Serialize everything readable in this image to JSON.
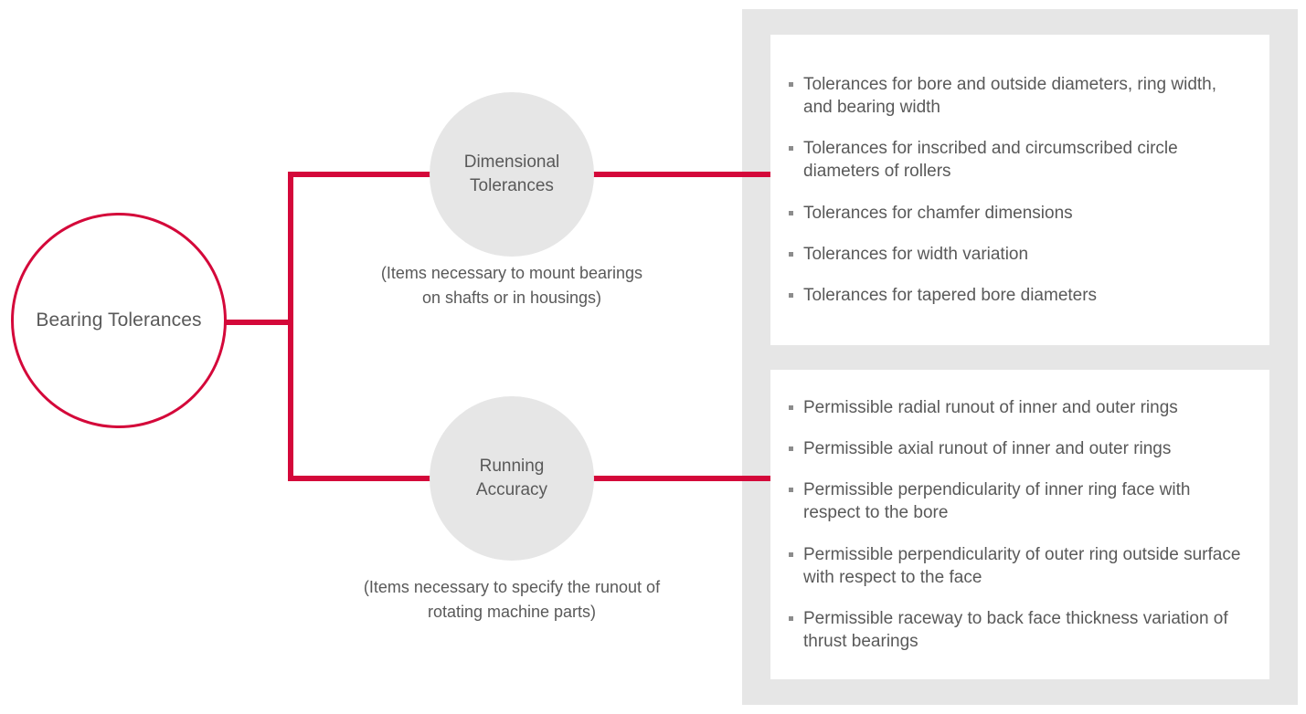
{
  "colors": {
    "accent_red": "#D4083A",
    "node_fill": "#E6E6E6",
    "panel_bg": "#E6E6E6",
    "text_gray": "#595959",
    "bullet_gray": "#8C8C8C"
  },
  "root": {
    "label": "Bearing Tolerances"
  },
  "branches": [
    {
      "title": "Dimensional\nTolerances",
      "title_line1": "Dimensional",
      "title_line2": "Tolerances",
      "caption_line1": "(Items necessary to mount bearings",
      "caption_line2": "on shafts or in housings)",
      "items": [
        "Tolerances for bore and outside diameters, ring width, and bearing width",
        "Tolerances for inscribed and circumscribed circle diameters of rollers",
        "Tolerances for chamfer dimensions",
        "Tolerances for width variation",
        "Tolerances for tapered bore diameters"
      ]
    },
    {
      "title": "Running\nAccuracy",
      "title_line1": "Running",
      "title_line2": "Accuracy",
      "caption_line1": "(Items necessary to specify the runout of",
      "caption_line2": "rotating machine parts)",
      "items": [
        "Permissible radial runout of inner and outer rings",
        "Permissible axial runout of inner and outer rings",
        "Permissible perpendicularity of inner ring face with respect to the bore",
        "Permissible perpendicularity of outer ring outside surface with respect to the face",
        "Permissible raceway to back face thickness variation of thrust bearings"
      ]
    }
  ]
}
